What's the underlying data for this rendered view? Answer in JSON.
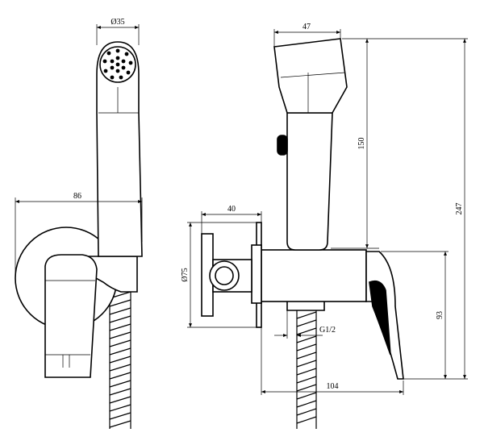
{
  "drawing": {
    "palette": {
      "ink": "#000000",
      "paper": "#ffffff"
    },
    "dimensions": {
      "spray_head_diameter": "Ø35",
      "wall_distance_front": "86",
      "head_width_side": "47",
      "handle_length": "150",
      "total_height": "247",
      "flange_depth": "40",
      "flange_diameter": "Ø75",
      "lever_height": "93",
      "thread_size": "G1/2",
      "body_length": "104"
    }
  }
}
